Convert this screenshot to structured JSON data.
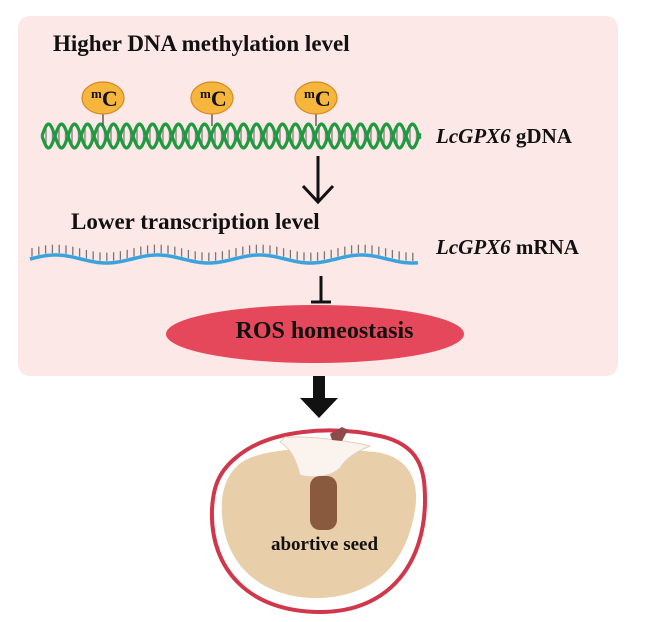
{
  "panel": {
    "heading_top": "Higher DNA methylation level",
    "heading_middle": "Lower transcription level",
    "gdna_label": {
      "gene": "LcGPX6",
      "suffix": " gDNA"
    },
    "mrna_label": {
      "gene": "LcGPX6",
      "suffix": " mRNA"
    },
    "methyl_marker": {
      "superscript": "m",
      "base": "C",
      "count": 3
    },
    "ros_node": "ROS homeostasis"
  },
  "seed": {
    "label": "abortive seed"
  },
  "relations": [
    {
      "from": "DNA methylation",
      "to": "transcription",
      "type": "leads-to-arrow"
    },
    {
      "from": "LcGPX6 mRNA",
      "to": "ROS homeostasis",
      "type": "inhibition"
    },
    {
      "from": "ROS homeostasis",
      "to": "abortive seed",
      "type": "leads-to-bold-arrow"
    }
  ],
  "colors": {
    "panel_bg": "#fde8e8",
    "dna_strand": "#1f9a3e",
    "mrna_strand": "#3aa3dc",
    "methyl_fill": "#f6b53c",
    "ros_fill": "#e5485a",
    "seed_outline": "#d0374a",
    "seed_fill": "#e8cfa9",
    "embryo": "#8a5a3e"
  }
}
